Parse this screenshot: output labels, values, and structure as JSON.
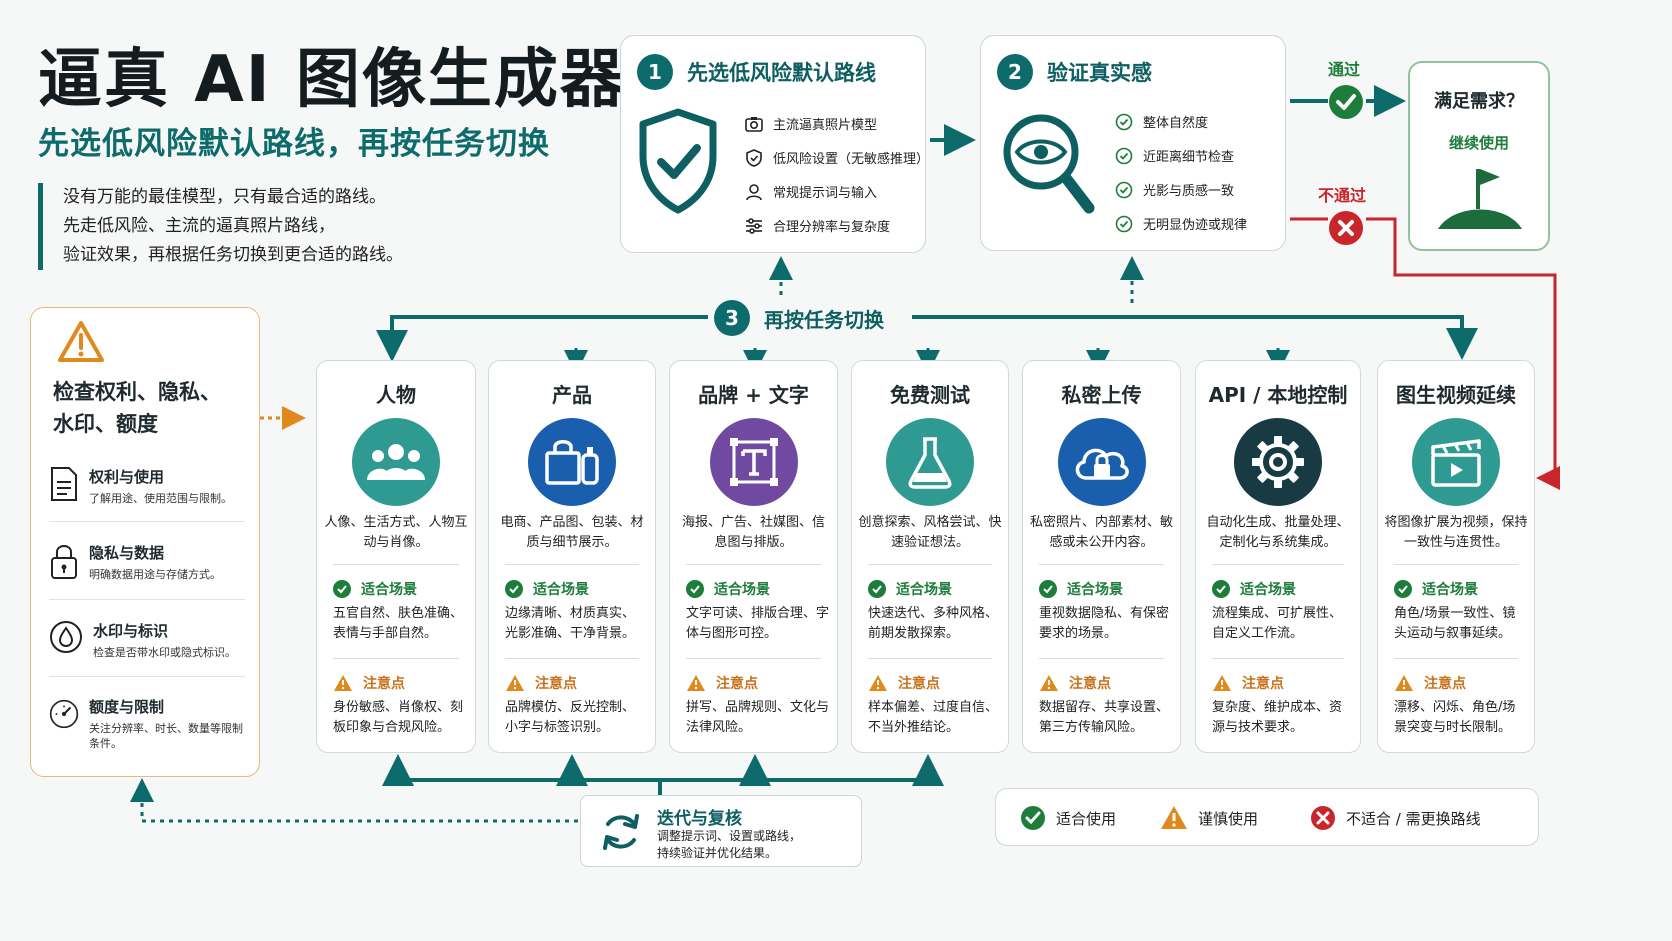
{
  "header": {
    "title": "逼真 AI 图像生成器",
    "subtitle": "先选低风险默认路线，再按任务切换",
    "intro": [
      "没有万能的最佳模型，只有最合适的路线。",
      "先走低风险、主流的逼真照片路线，",
      "验证效果，再根据任务切换到更合适的路线。"
    ]
  },
  "step1": {
    "num": "1",
    "title": "先选低风险默认路线",
    "items": [
      "主流逼真照片模型",
      "低风险设置（无敏感推理）",
      "常规提示词与输入",
      "合理分辨率与复杂度"
    ]
  },
  "step2": {
    "num": "2",
    "title": "验证真实感",
    "items": [
      "整体自然度",
      "近距离细节检查",
      "光影与质感一致",
      "无明显伪迹或规律"
    ]
  },
  "decision": {
    "pass_label": "通过",
    "fail_label": "不通过",
    "title": "满足需求？",
    "action": "继续使用"
  },
  "step3": {
    "num": "3",
    "title": "再按任务切换"
  },
  "checks": {
    "title_lines": [
      "检查权利、隐私、",
      "水印、额度"
    ],
    "items": [
      {
        "title": "权利与使用",
        "desc": "了解用途、使用范围与限制。"
      },
      {
        "title": "隐私与数据",
        "desc": "明确数据用途与存储方式。"
      },
      {
        "title": "水印与标识",
        "desc": "检查是否带水印或隐式标识。"
      },
      {
        "title": "额度与限制",
        "desc": "关注分辨率、时长、数量等限制条件。"
      }
    ]
  },
  "labels": {
    "fit": "适合场景",
    "caution": "注意点"
  },
  "tasks": [
    {
      "name": "人物",
      "desc": "人像、生活方式、人物互动与肖像。",
      "fit": "五官自然、肤色准确、表情与手部自然。",
      "caution": "身份敏感、肖像权、刻板印象与合规风险。"
    },
    {
      "name": "产品",
      "desc": "电商、产品图、包装、材质与细节展示。",
      "fit": "边缘清晰、材质真实、光影准确、干净背景。",
      "caution": "品牌模仿、反光控制、小字与标签识别。"
    },
    {
      "name": "品牌 + 文字",
      "desc": "海报、广告、社媒图、信息图与排版。",
      "fit": "文字可读、排版合理、字体与图形可控。",
      "caution": "拼写、品牌规则、文化与法律风险。"
    },
    {
      "name": "免费测试",
      "desc": "创意探索、风格尝试、快速验证想法。",
      "fit": "快速迭代、多种风格、前期发散探索。",
      "caution": "样本偏差、过度自信、不当外推结论。"
    },
    {
      "name": "私密上传",
      "desc": "私密照片、内部素材、敏感或未公开内容。",
      "fit": "重视数据隐私、有保密要求的场景。",
      "caution": "数据留存、共享设置、第三方传输风险。"
    },
    {
      "name": "API / 本地控制",
      "desc": "自动化生成、批量处理、定制化与系统集成。",
      "fit": "流程集成、可扩展性、自定义工作流。",
      "caution": "复杂度、维护成本、资源与技术要求。"
    },
    {
      "name": "图生视频延续",
      "desc": "将图像扩展为视频，保持一致性与连贯性。",
      "fit": "角色/场景一致性、镜头运动与叙事延续。",
      "caution": "漂移、闪烁、角色/场景突变与时长限制。"
    }
  ],
  "iterate": {
    "title": "迭代与复核",
    "desc_lines": [
      "调整提示词、设置或路线，",
      "持续验证并优化结果。"
    ]
  },
  "legend": {
    "fit": "适合使用",
    "caution": "谨慎使用",
    "unfit": "不适合 / 需更换路线"
  },
  "colors": {
    "teal": "#0d6b6b",
    "green": "#1e7d3a",
    "orange": "#e08a1e",
    "red": "#c8262b",
    "purple": "#6f4aa0",
    "blue": "#1a5fae"
  }
}
